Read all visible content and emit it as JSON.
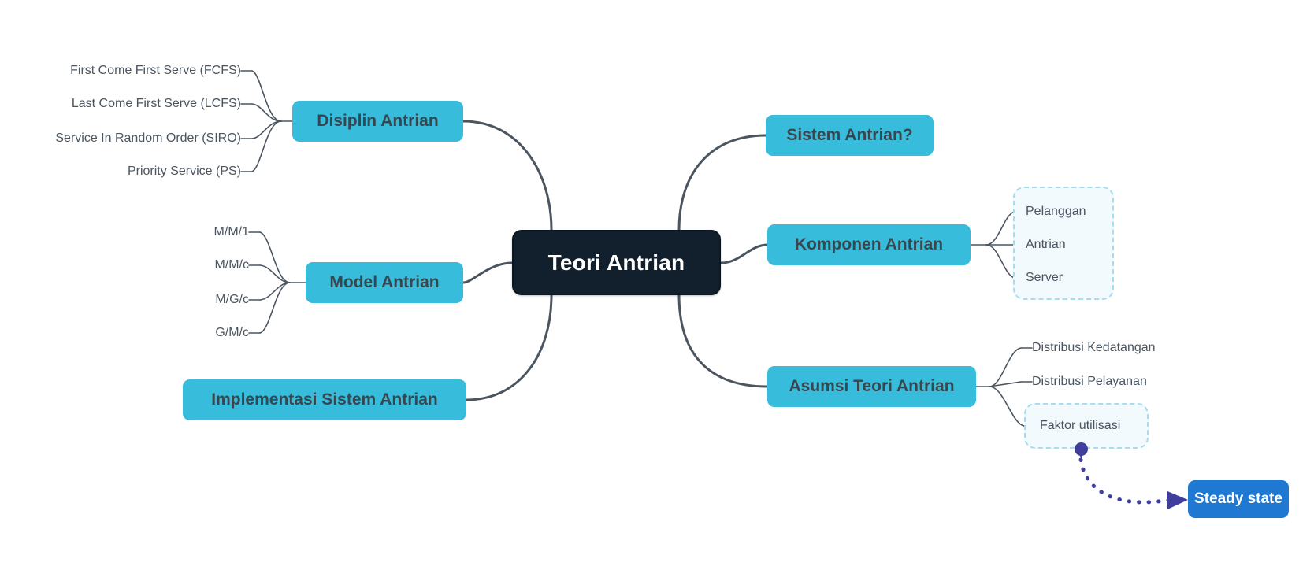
{
  "diagram": {
    "type": "mindmap",
    "title": "Teori Antrian",
    "background": "#ffffff",
    "colors": {
      "root_fill": "#12202e",
      "root_text": "#ffffff",
      "branch_fill": "#38bcdb",
      "branch_text": "#37474f",
      "leaf_text": "#4a5560",
      "connector": "#4a5560",
      "dashed_border": "#a5dcf0",
      "dashed_fill": "#f2fafd",
      "callout_fill": "#1f78d1",
      "callout_text": "#ffffff",
      "dotted_arrow": "#3f3d9e"
    }
  },
  "root": {
    "label": "Teori Antrian"
  },
  "branches": [
    {
      "id": "disiplin-antrian",
      "label": "Disiplin Antrian",
      "side": "left",
      "children": [
        "First Come First Serve (FCFS)",
        "Last Come First Serve (LCFS)",
        "Service In Random Order (SIRO)",
        "Priority Service (PS)"
      ]
    },
    {
      "id": "model-antrian",
      "label": "Model Antrian",
      "side": "left",
      "children": [
        "M/M/1",
        "M/M/c",
        "M/G/c",
        "G/M/c"
      ]
    },
    {
      "id": "implementasi-sistem-antrian",
      "label": "Implementasi Sistem Antrian",
      "side": "left",
      "children": []
    },
    {
      "id": "sistem-antrian",
      "label": "Sistem Antrian?",
      "side": "right",
      "children": []
    },
    {
      "id": "komponen-antrian",
      "label": "Komponen Antrian",
      "side": "right",
      "children": [
        "Pelanggan",
        "Antrian",
        "Server"
      ],
      "grouped": true
    },
    {
      "id": "asumsi-teori-antrian",
      "label": "Asumsi Teori Antrian",
      "side": "right",
      "children": [
        "Distribusi Kedatangan",
        "Distribusi Pelayanan",
        "Faktor utilisasi"
      ],
      "grouped_child": "Faktor utilisasi"
    }
  ],
  "callout": {
    "label": "Steady state",
    "source": "Faktor utilisasi",
    "connector": "dotted-curved-arrow"
  }
}
